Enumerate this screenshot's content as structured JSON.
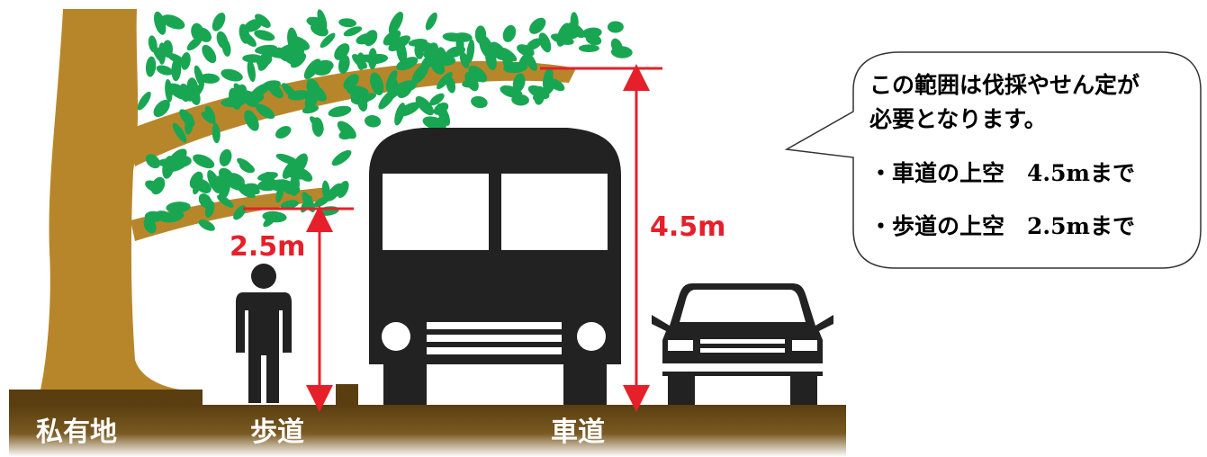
{
  "ground": {
    "private_land": "私有地",
    "sidewalk": "歩道",
    "roadway": "車道"
  },
  "measurements": {
    "sidewalk_height": "2.5m",
    "roadway_height": "4.5m"
  },
  "callout": {
    "line1": "この範囲は伐採やせん定が",
    "line2": "必要となります。",
    "line3": "・車道の上空　4.5mまで",
    "line4": "・歩道の上空　2.5mまで"
  },
  "colors": {
    "trunk": "#b8862a",
    "leaf": "#19a653",
    "ground_top": "#5a3e10",
    "ground_bottom": "#ffffff",
    "measure": "#e5202a",
    "silhouette": "#222222"
  },
  "icons": [
    "tree-icon",
    "person-icon",
    "bus-icon",
    "car-icon",
    "speech-bubble-icon"
  ]
}
